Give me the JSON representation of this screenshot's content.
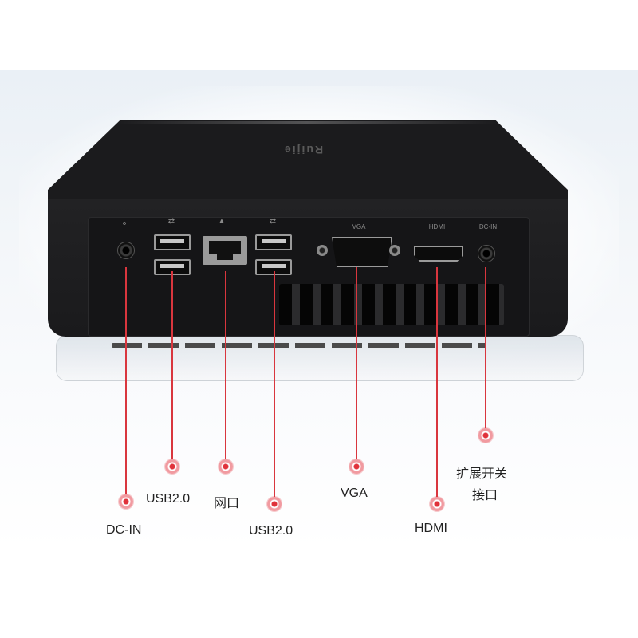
{
  "device": {
    "brand": "Ruijie",
    "ports": {
      "power": "",
      "vga": "VGA",
      "hdmi": "HDMI",
      "dc_in": "DC-IN"
    }
  },
  "callouts": {
    "dc_in": "DC-IN",
    "usb_left": "USB2.0",
    "network": "网口",
    "usb_right": "USB2.0",
    "vga": "VGA",
    "hdmi": "HDMI",
    "expansion_line1": "扩展开关",
    "expansion_line2": "接口"
  },
  "colors": {
    "accent": "#d9363e",
    "device": "#1b1b1d",
    "label": "#222222"
  }
}
